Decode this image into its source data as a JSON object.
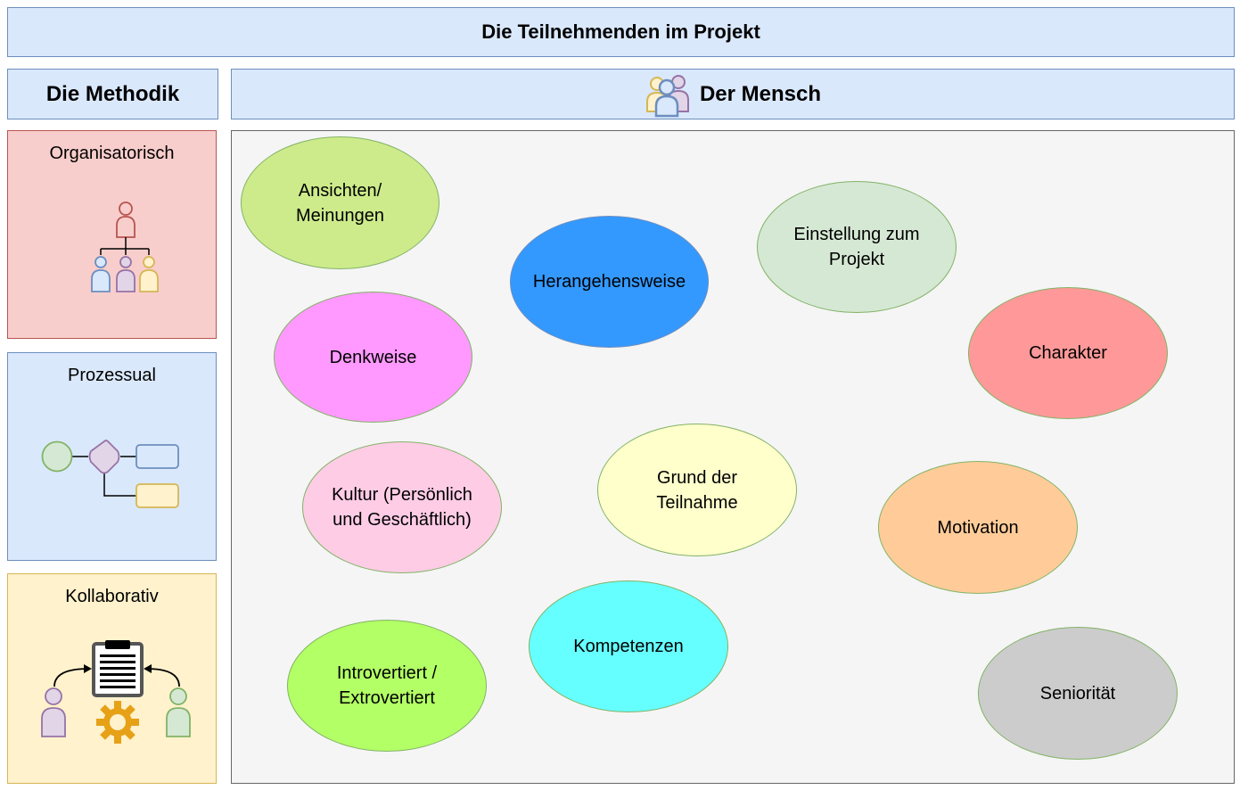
{
  "header": {
    "title": "Die Teilnehmenden im Projekt"
  },
  "methodik": {
    "title": "Die Methodik"
  },
  "mensch": {
    "title": "Der Mensch",
    "icon": "people-group-icon"
  },
  "methods": [
    {
      "label": "Organisatorisch",
      "icon": "org-chart-icon",
      "color": "#f8cecc"
    },
    {
      "label": "Prozessual",
      "icon": "process-flow-icon",
      "color": "#dae8fc"
    },
    {
      "label": "Kollaborativ",
      "icon": "collaboration-icon",
      "color": "#fff2cc"
    }
  ],
  "bubbles": [
    {
      "label": "Ansichten/\nMeinungen",
      "color": "#cdeb8b"
    },
    {
      "label": "Herangehensweise",
      "color": "#3399ff"
    },
    {
      "label": "Einstellung zum\nProjekt",
      "color": "#d5e8d4"
    },
    {
      "label": "Denkweise",
      "color": "#ff99ff"
    },
    {
      "label": "Charakter",
      "color": "#ff9999"
    },
    {
      "label": "Kultur (Persönlich\nund Geschäftlich)",
      "color": "#ffcce6"
    },
    {
      "label": "Grund der\nTeilnahme",
      "color": "#ffffcc"
    },
    {
      "label": "Motivation",
      "color": "#ffcc99"
    },
    {
      "label": "Kompetenzen",
      "color": "#66ffff"
    },
    {
      "label": "Introvertiert /\nExtrovertiert",
      "color": "#b3ff66"
    },
    {
      "label": "Seniorität",
      "color": "#cccccc"
    }
  ]
}
